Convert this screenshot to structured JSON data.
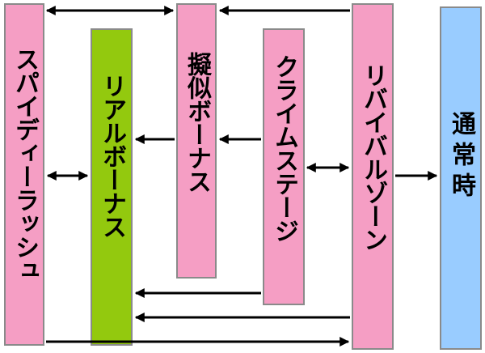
{
  "nodes": {
    "spy_dash": "スパイディーラッシュ",
    "real_bonus": "リアルボーナス",
    "pseudo_bonus": "擬似ボーナス",
    "climb_stage": "クライムステージ",
    "revival_zone": "リバイバルゾーン",
    "normal": "通常時"
  },
  "edges": [
    {
      "from": "spy_dash",
      "to": "pseudo_bonus",
      "direction": "both"
    },
    {
      "from": "revival_zone",
      "to": "pseudo_bonus",
      "direction": "forward"
    },
    {
      "from": "spy_dash",
      "to": "real_bonus",
      "direction": "both"
    },
    {
      "from": "pseudo_bonus",
      "to": "real_bonus",
      "direction": "forward"
    },
    {
      "from": "climb_stage",
      "to": "pseudo_bonus",
      "direction": "forward"
    },
    {
      "from": "climb_stage",
      "to": "revival_zone",
      "direction": "both"
    },
    {
      "from": "revival_zone",
      "to": "normal",
      "direction": "forward"
    },
    {
      "from": "climb_stage",
      "to": "real_bonus",
      "direction": "forward"
    },
    {
      "from": "revival_zone",
      "to": "real_bonus",
      "direction": "forward"
    },
    {
      "from": "spy_dash",
      "to": "revival_zone",
      "direction": "forward"
    }
  ],
  "colors": {
    "bonus_box": "#f59ec4",
    "real_bonus_box": "#93c90e",
    "normal_box": "#99ccff",
    "border": "#8a8a8a",
    "arrow": "#000000"
  }
}
